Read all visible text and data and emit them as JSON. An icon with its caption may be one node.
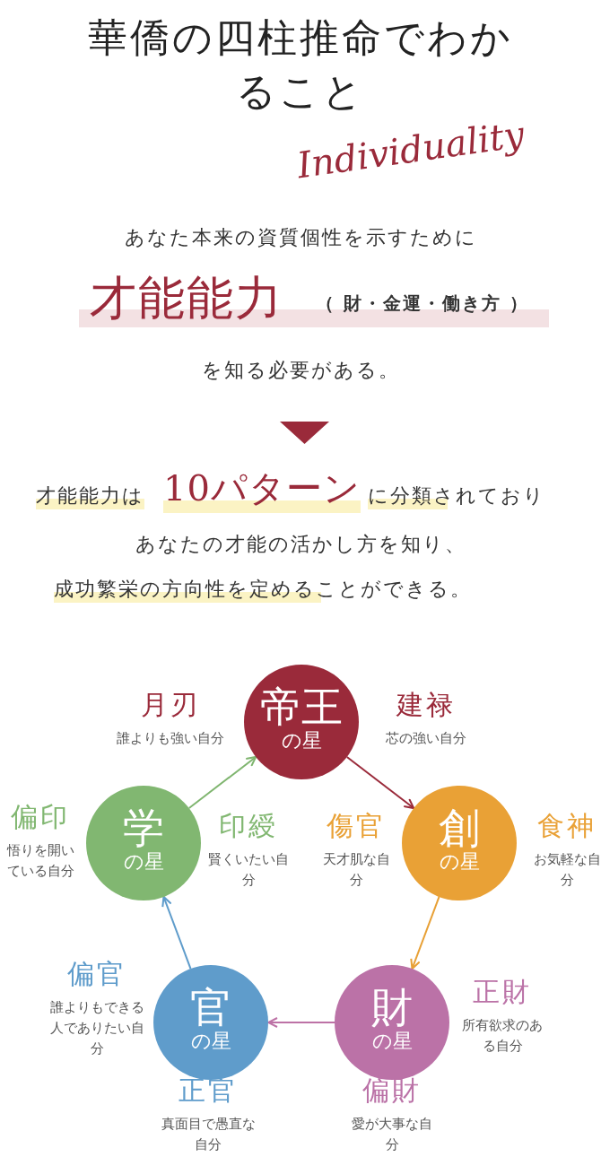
{
  "diagram": {
    "title": "華僑の四柱推命でわかること",
    "nodes": [
      {
        "text": [
          "帝王",
          "の星"
        ],
        "beside": [
          "月刃",
          "誰よりも強い自分",
          "建禄",
          "芯の強い自分"
        ]
      },
      {
        "text": [
          "学",
          "の星"
        ],
        "beside": [
          "偏印",
          "悟りを開いている自分",
          "印綬",
          "賢くいたい自分"
        ]
      },
      {
        "text": [
          "創",
          "の星"
        ],
        "beside": [
          "傷官",
          "天才肌な自分",
          "食神",
          "お気軽な自分"
        ]
      },
      {
        "text": [
          "官",
          "の星"
        ],
        "beside": [
          "偏官",
          "誰よりもできる人でありたい自分",
          "正官",
          "真面目で愚直な自分"
        ]
      },
      {
        "text": [
          "財",
          "の星"
        ],
        "beside": [
          "正財",
          "所有欲求のある自分",
          "偏財",
          "愛が大事な自分"
        ]
      }
    ],
    "edges": [
      {
        "from": 1,
        "to": 0,
        "arrow": "to",
        "color": "#7fb56f"
      },
      {
        "from": 0,
        "to": 2,
        "arrow": "to",
        "color": "#9a2a3a"
      },
      {
        "from": 2,
        "to": 4,
        "arrow": "to",
        "color": "#e8a035"
      },
      {
        "from": 4,
        "to": 3,
        "arrow": "to",
        "color": "#bd72a6"
      },
      {
        "from": 3,
        "to": 1,
        "arrow": "to",
        "color": "#5f9ccb"
      }
    ],
    "labels": [
      "Individuality",
      "あなた本来の資質個性を示すために",
      "才能能力",
      "（ 財・金運・働き方 ）",
      "を知る必要がある。",
      "才能能力は",
      "10パターン",
      "に分類されており",
      "あなたの才能の活かし方を知り、",
      "成功繁栄の方向性を定めることができる。"
    ]
  }
}
